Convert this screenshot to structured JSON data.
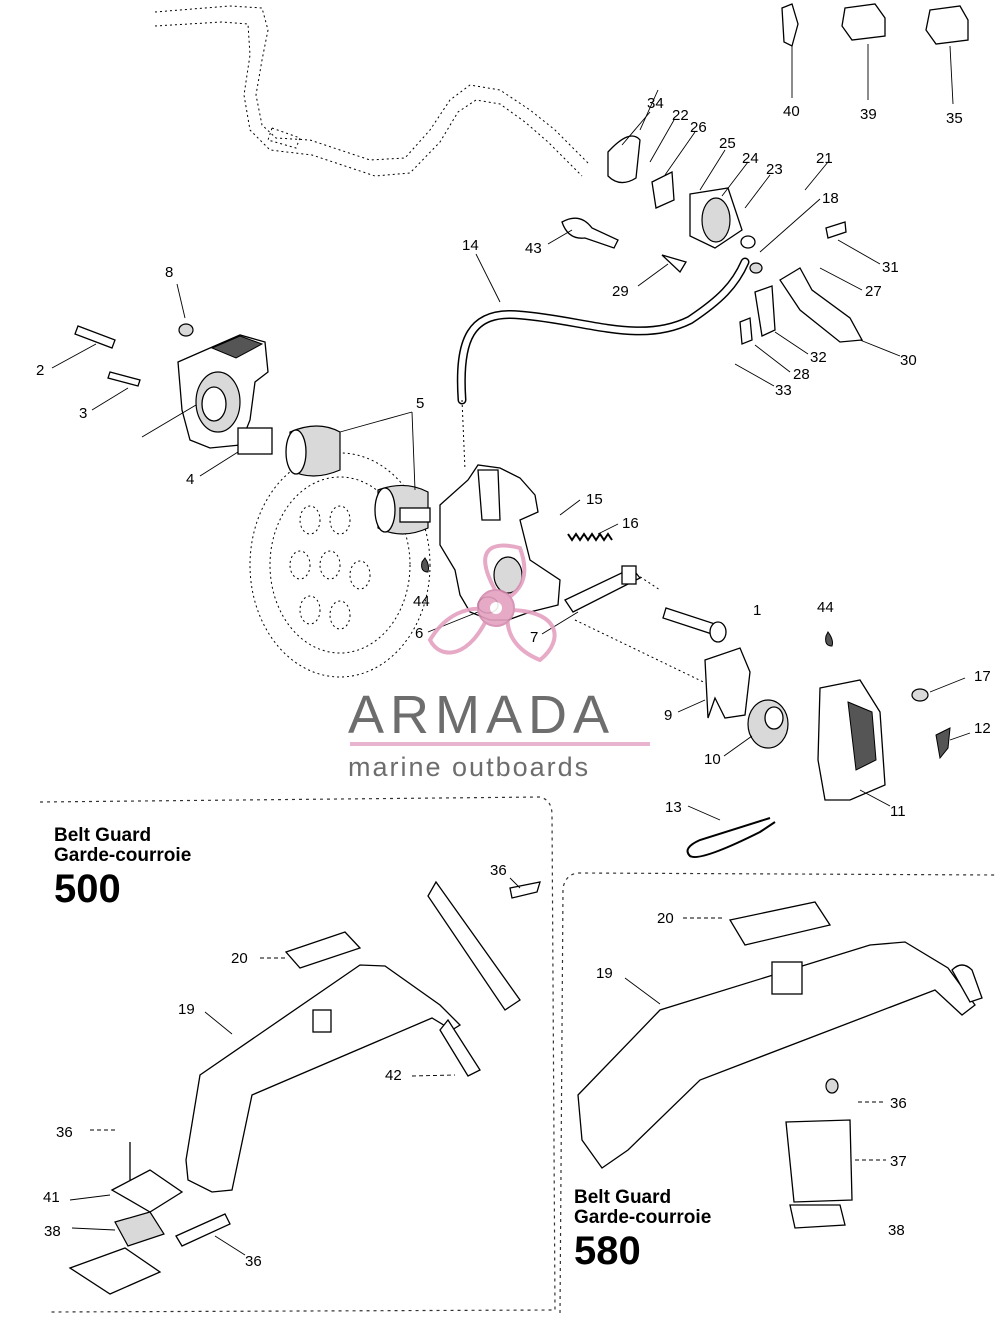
{
  "callouts": {
    "c1": "1",
    "c2": "2",
    "c3": "3",
    "c4": "4",
    "c5": "5",
    "c6": "6",
    "c7": "7",
    "c8": "8",
    "c9": "9",
    "c10": "10",
    "c11": "11",
    "c12": "12",
    "c13": "13",
    "c14": "14",
    "c15": "15",
    "c16": "16",
    "c17": "17",
    "c18": "18",
    "c19": "19",
    "c20": "20",
    "c21": "21",
    "c22": "22",
    "c23": "23",
    "c24": "24",
    "c25": "25",
    "c26": "26",
    "c27": "27",
    "c28": "28",
    "c29": "29",
    "c30": "30",
    "c31": "31",
    "c32": "32",
    "c33": "33",
    "c34": "34",
    "c35": "35",
    "c36": "36",
    "c37": "37",
    "c38": "38",
    "c39": "39",
    "c40": "40",
    "c41": "41",
    "c42": "42",
    "c43": "43",
    "c44": "44"
  },
  "panels": {
    "guard_500": {
      "title_en": "Belt Guard",
      "title_fr": "Garde-courroie",
      "model": "500"
    },
    "guard_580": {
      "title_en": "Belt Guard",
      "title_fr": "Garde-courroie",
      "model": "580"
    }
  },
  "watermark": {
    "brand": "ARMADA",
    "tagline": "marine outboards",
    "colors": {
      "brand_text": "#6d6d6d",
      "accent_pink": "#e4a1c1",
      "underline": "#e7b3cf"
    }
  }
}
